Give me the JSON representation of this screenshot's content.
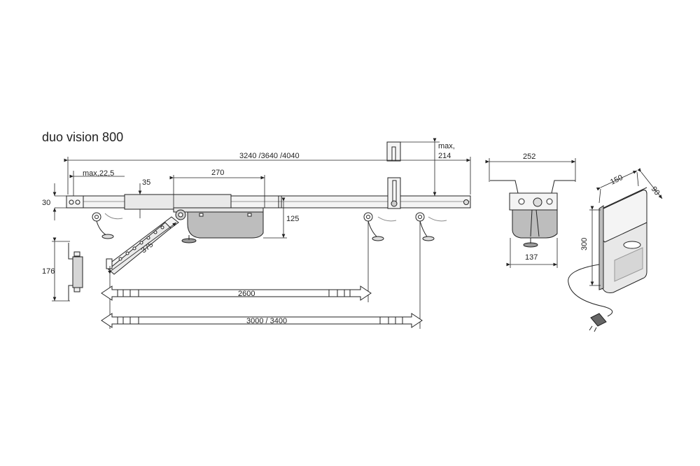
{
  "title": "duo vision 800",
  "dimensions": {
    "rail_length": "3240 /3640 /4040",
    "max_22_5": "max,22,5",
    "d270": "270",
    "d35": "35",
    "max_label": "max,",
    "d214": "214",
    "d30": "30",
    "d125": "125",
    "d375": "375",
    "d176": "176",
    "d2600": "2600",
    "d3000": "3000 / 3400",
    "d252": "252",
    "d137": "137",
    "d150": "150",
    "d90": "90",
    "d300": "300"
  },
  "colors": {
    "line": "#222222",
    "rail": "#f1f1f1",
    "motor_grey": "#bdbdbd",
    "housing": "#e8e8e8"
  }
}
